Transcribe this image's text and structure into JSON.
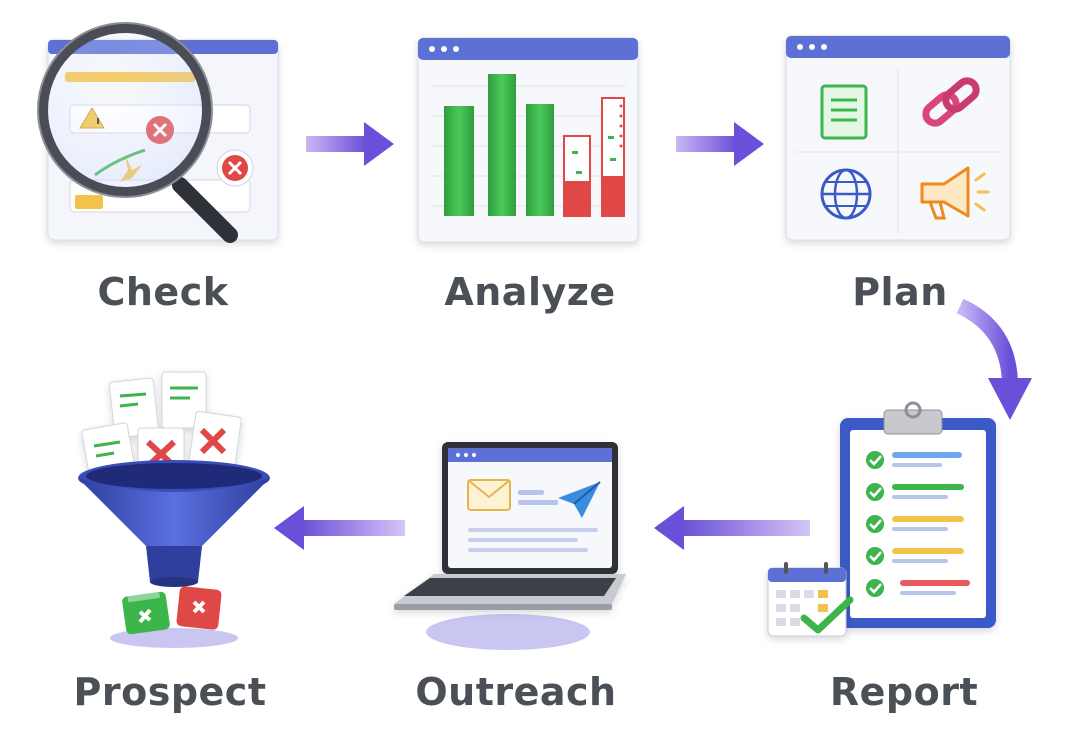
{
  "steps": [
    {
      "label": "Check",
      "icon": "magnifier-window-icon"
    },
    {
      "label": "Analyze",
      "icon": "bar-chart-window-icon"
    },
    {
      "label": "Plan",
      "icon": "plan-grid-window-icon"
    },
    {
      "label": "Report",
      "icon": "clipboard-checklist-icon"
    },
    {
      "label": "Outreach",
      "icon": "laptop-email-icon"
    },
    {
      "label": "Prospect",
      "icon": "funnel-icon"
    }
  ],
  "colors": {
    "arrow": "#7a5cdb",
    "window_bar": "#5b6fd6",
    "green": "#3cb54a",
    "red": "#e04848",
    "text": "#4b5057"
  }
}
